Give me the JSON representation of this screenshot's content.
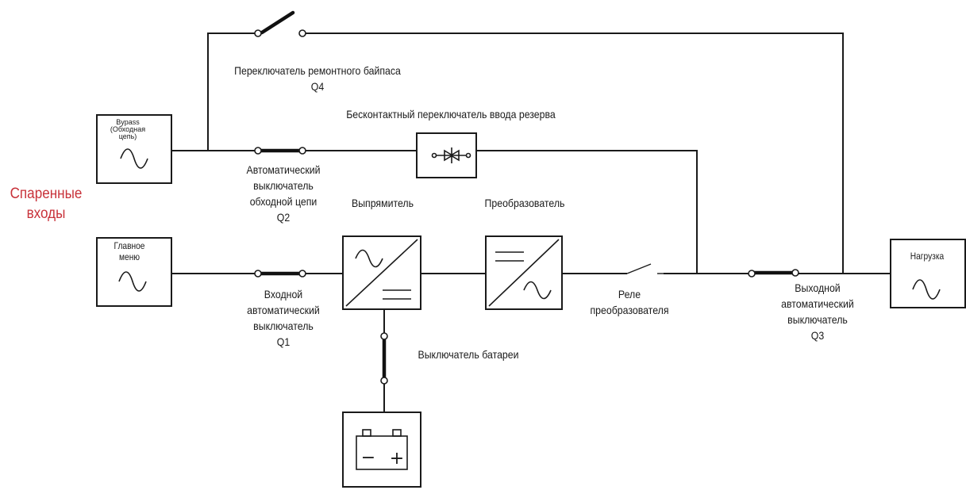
{
  "diagram": {
    "paired_inputs": [
      "Спаренные",
      "входы"
    ],
    "bypass_box": {
      "label": [
        "Bypass",
        "(Обходная",
        "цепь)"
      ]
    },
    "main_box": {
      "label": [
        "Главное",
        "меню"
      ]
    },
    "load_box": {
      "label": "Нагрузка"
    },
    "maintenance_bypass_switch": {
      "label": [
        "Переключатель ремонтного байпаса",
        "Q4"
      ]
    },
    "static_switch": {
      "label": "Бесконтактный переключатель ввода резерва"
    },
    "bypass_breaker": {
      "label": [
        "Автоматический",
        "выключатель",
        "обходной цепи",
        "Q2"
      ]
    },
    "rectifier": {
      "label": "Выпрямитель"
    },
    "inverter": {
      "label": "Преобразователь"
    },
    "input_breaker": {
      "label": [
        "Входной",
        "автоматический",
        "выключатель",
        "Q1"
      ]
    },
    "inverter_relay": {
      "label": [
        "Реле",
        "преобразователя"
      ]
    },
    "output_breaker": {
      "label": [
        "Выходной",
        "автоматический",
        "выключатель",
        "Q3"
      ]
    },
    "battery_breaker": {
      "label": "Выключатель батареи"
    },
    "battery": {
      "minus": "−",
      "plus": "+"
    }
  }
}
